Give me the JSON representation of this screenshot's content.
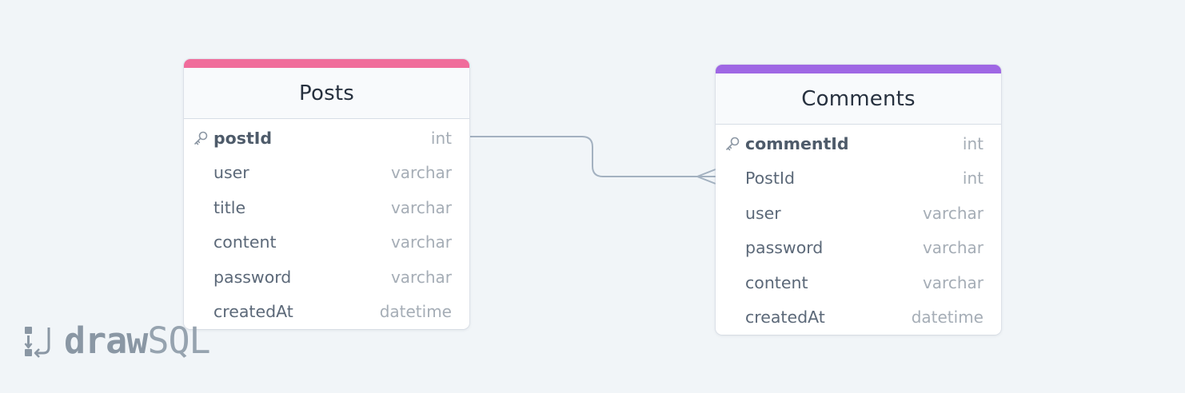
{
  "tables": [
    {
      "name": "Posts",
      "accent": "#f06c9b",
      "columns": [
        {
          "name": "postId",
          "type": "int",
          "pk": true
        },
        {
          "name": "user",
          "type": "varchar",
          "pk": false
        },
        {
          "name": "title",
          "type": "varchar",
          "pk": false
        },
        {
          "name": "content",
          "type": "varchar",
          "pk": false
        },
        {
          "name": "password",
          "type": "varchar",
          "pk": false
        },
        {
          "name": "createdAt",
          "type": "datetime",
          "pk": false
        }
      ]
    },
    {
      "name": "Comments",
      "accent": "#9f67e4",
      "columns": [
        {
          "name": "commentId",
          "type": "int",
          "pk": true
        },
        {
          "name": "PostId",
          "type": "int",
          "pk": false
        },
        {
          "name": "user",
          "type": "varchar",
          "pk": false
        },
        {
          "name": "password",
          "type": "varchar",
          "pk": false
        },
        {
          "name": "content",
          "type": "varchar",
          "pk": false
        },
        {
          "name": "createdAt",
          "type": "datetime",
          "pk": false
        }
      ]
    }
  ],
  "relationship": {
    "from": "Posts.postId",
    "to": "Comments.PostId",
    "cardinality": "one-to-many",
    "color": "#a3b1c0"
  },
  "logo": {
    "bold_part": "draw",
    "light_part": "SQL"
  }
}
